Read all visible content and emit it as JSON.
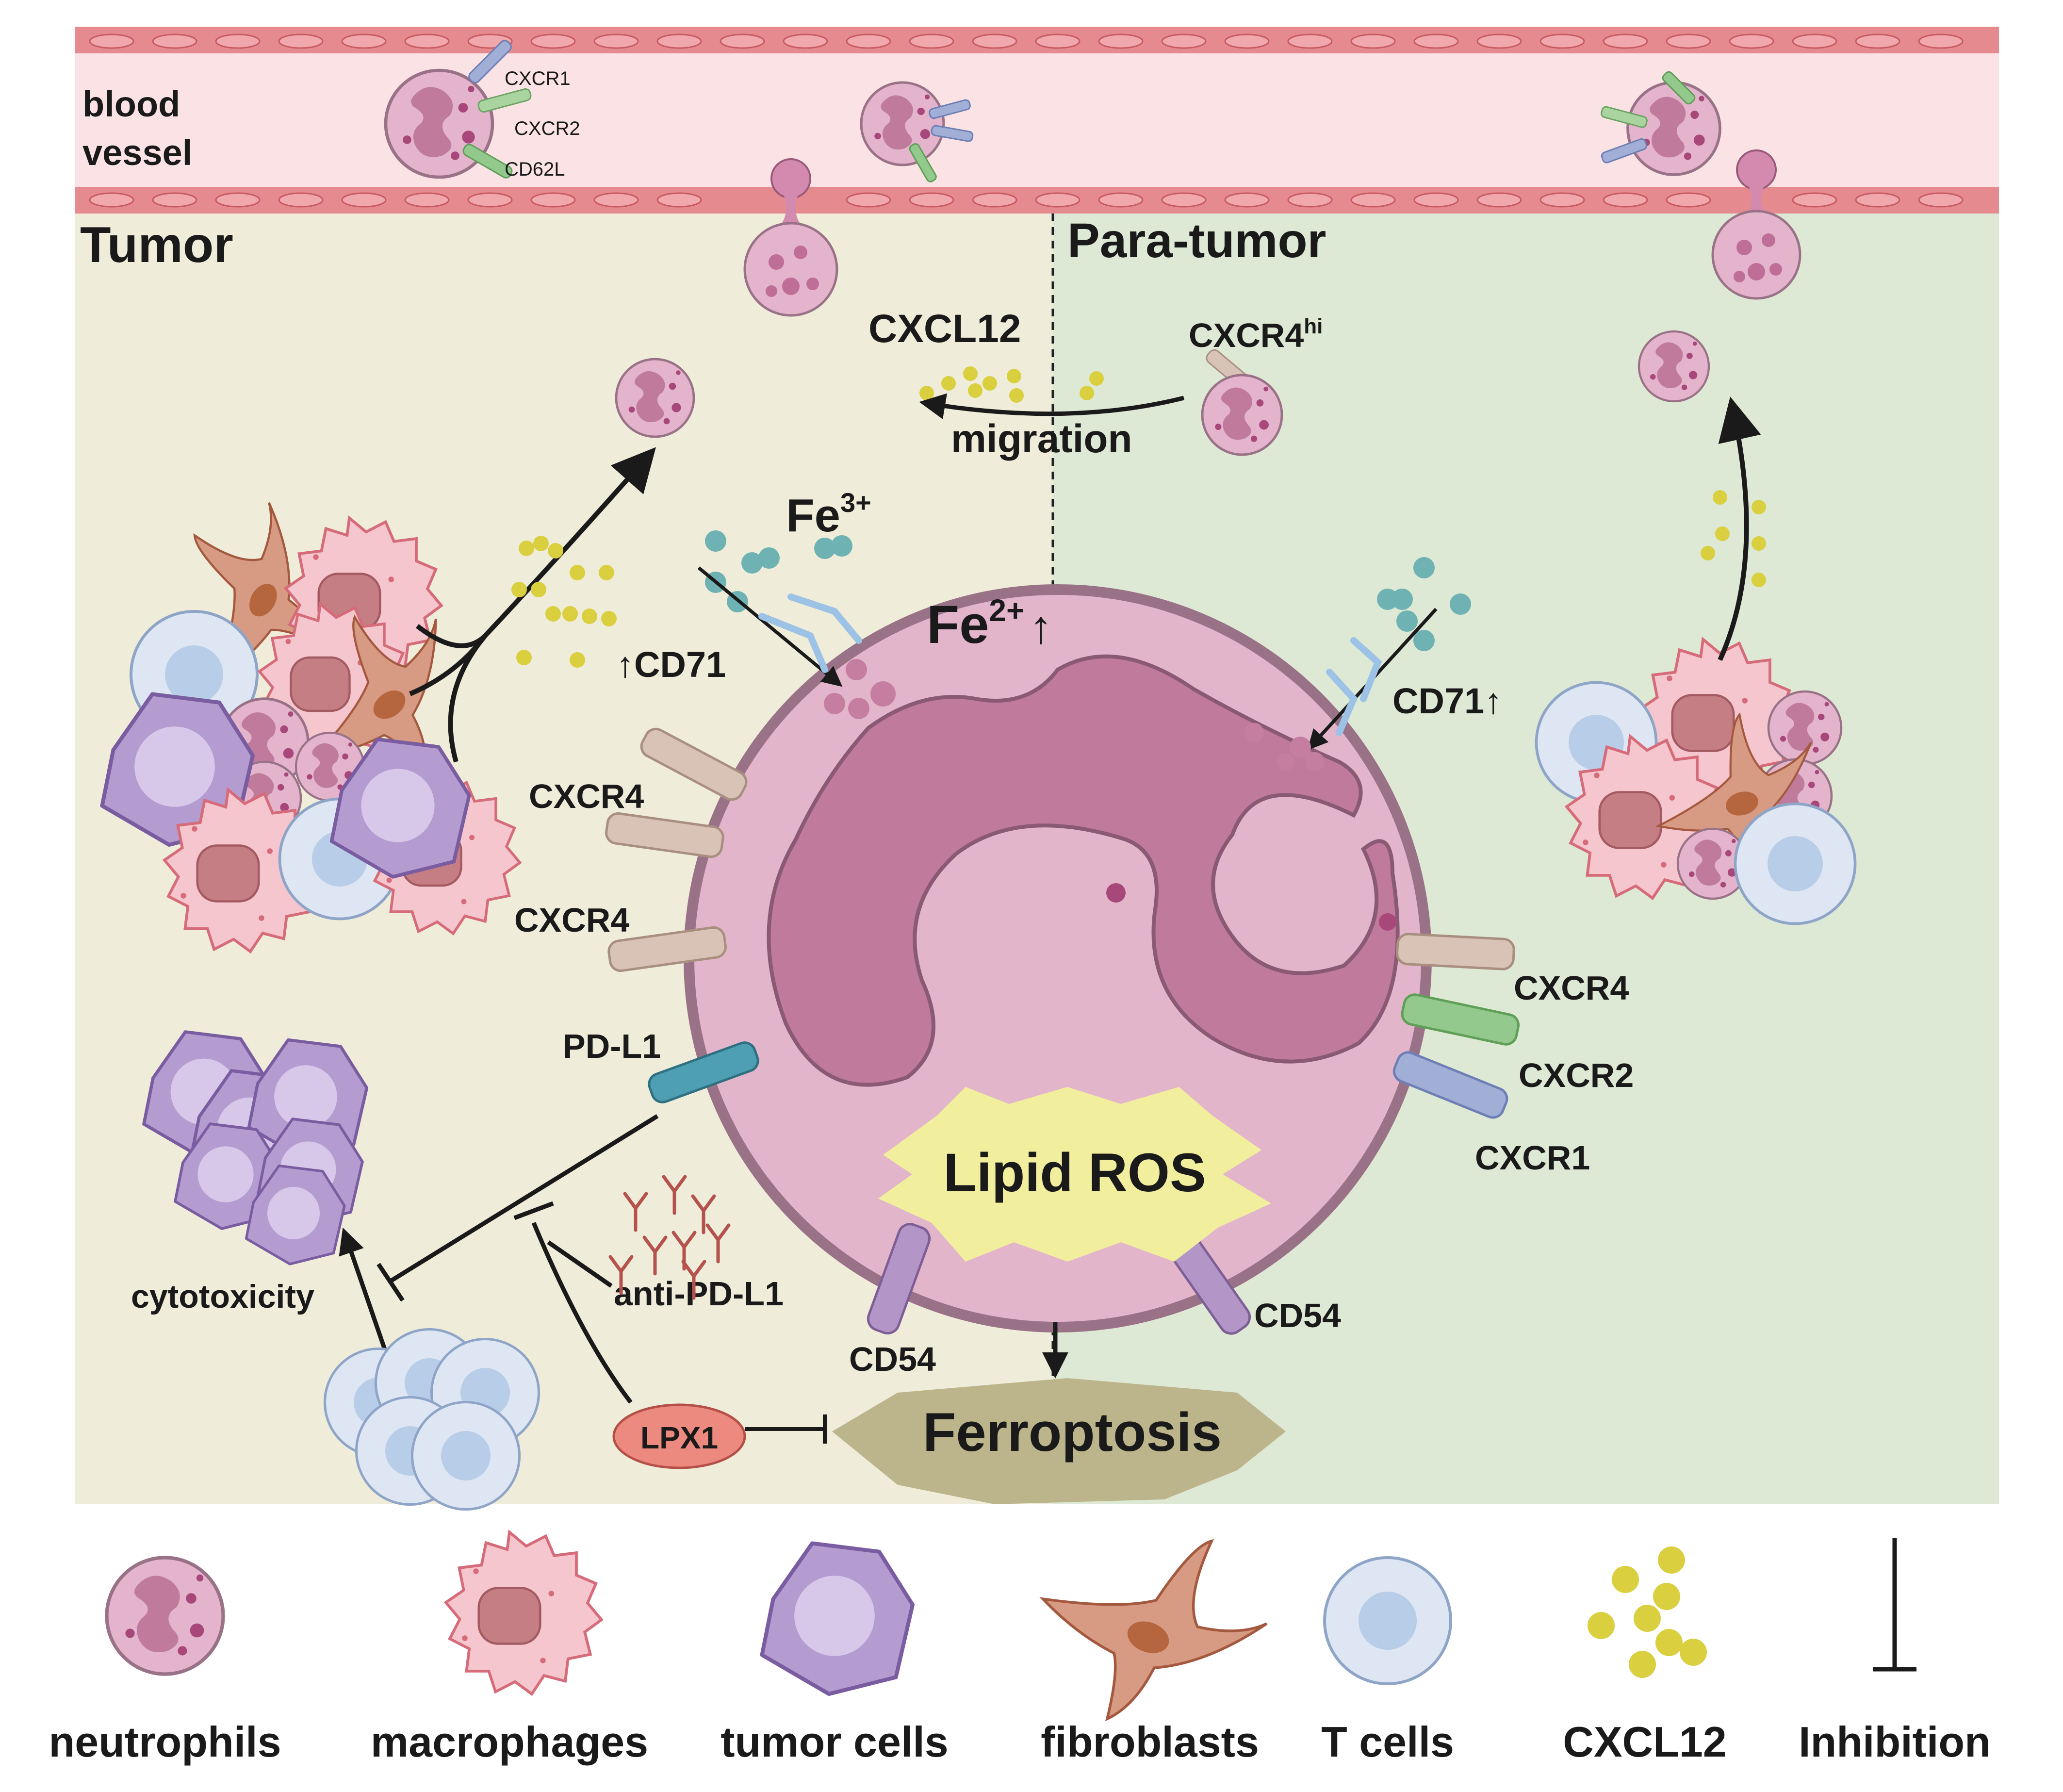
{
  "vessel": {
    "label_line1": "blood",
    "label_line2": "vessel",
    "receptors": [
      "CXCR1",
      "CXCR2",
      "CD62L"
    ]
  },
  "regions": {
    "tumor": "Tumor",
    "para_tumor": "Para-tumor"
  },
  "migration": {
    "chemokine": "CXCL12",
    "receptor": "CXCR4",
    "receptor_sup": "hi",
    "label": "migration"
  },
  "iron": {
    "fe3": "Fe",
    "fe3_sup": "3+",
    "fe2": "Fe",
    "fe2_sup": "2+",
    "fe2_arrow": "↑"
  },
  "receptors": {
    "cd71_left": "CD71",
    "cd71_left_arrow": "↑",
    "cd71_right": "CD71",
    "cd71_right_arrow": "↑",
    "cxcr4_a": "CXCR4",
    "cxcr4_b": "CXCR4",
    "pdl1": "PD-L1",
    "cxcr4_right": "CXCR4",
    "cxcr2_right": "CXCR2",
    "cxcr1_right": "CXCR1",
    "cd54_left": "CD54",
    "cd54_right": "CD54"
  },
  "process": {
    "lipid_ros": "Lipid ROS",
    "ferroptosis": "Ferroptosis",
    "lpx1": "LPX1",
    "anti_pdl1": "anti-PD-L1",
    "cytotoxicity": "cytotoxicity"
  },
  "legend": [
    {
      "key": "neutrophils",
      "label": "neutrophils"
    },
    {
      "key": "macrophages",
      "label": "macrophages"
    },
    {
      "key": "tumor_cells",
      "label": "tumor cells"
    },
    {
      "key": "fibroblasts",
      "label": "fibroblasts"
    },
    {
      "key": "t_cells",
      "label": "T cells"
    },
    {
      "key": "cxcl12",
      "label": "CXCL12"
    },
    {
      "key": "inhibition",
      "label": "Inhibition"
    }
  ],
  "colors": {
    "tumor_bg": "#efedda",
    "para_tumor_bg": "#dde9d5",
    "vessel_fill": "#fbe3e5",
    "vessel_wall": "#e58a8f",
    "neutrophil_cyto": "#e3b4cb",
    "neutrophil_nucleus": "#bf7a9c",
    "neutrophil_border": "#9a7287",
    "macrophage": "#f5c6cd",
    "macrophage_nucleus": "#c47e84",
    "tumor_cell": "#b49bd0",
    "fibroblast": "#d79a82",
    "t_cell": "#dfe6f3",
    "cxcl12": "#d9cf3f",
    "fe_ion": "#6fb2b3",
    "cd71": "#9cc2e6",
    "cxcr4": "#d9c2b6",
    "cxcr2": "#93c98c",
    "cxcr1": "#a1aed6",
    "pdl1": "#4e9fb3",
    "cd54": "#b495c8",
    "lipid_ros": "#f1ef9e",
    "ferroptosis": "#bcb58c",
    "lpx1": "#ec8a80",
    "antibody": "#b5524d"
  }
}
